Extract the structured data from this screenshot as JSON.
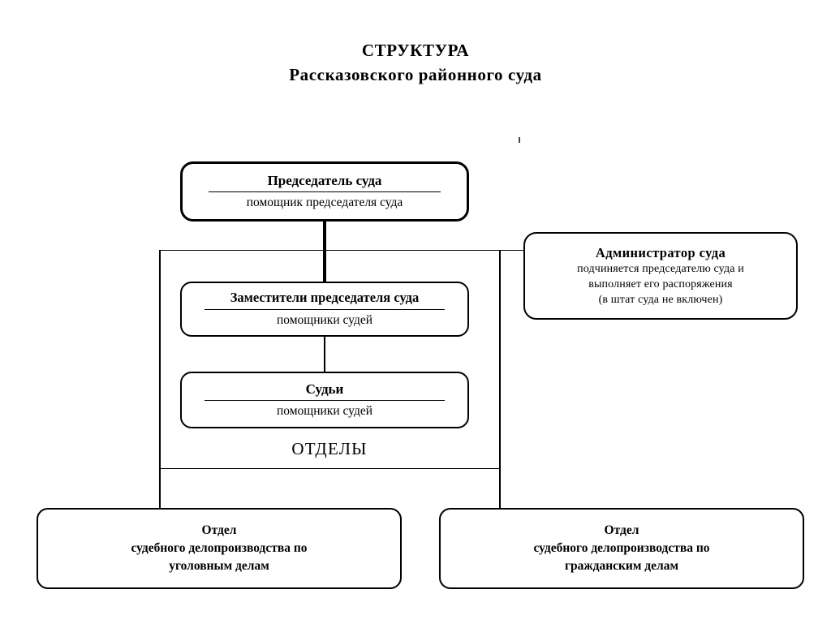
{
  "title": {
    "line1": "СТРУКТУРА",
    "line2": "Рассказовского районного суда"
  },
  "section": {
    "departments_label": "ОТДЕЛЫ"
  },
  "nodes": {
    "chairman": {
      "head": "Председатель суда",
      "sub": "помощник председателя суда"
    },
    "deputies": {
      "head": "Заместители председателя суда",
      "sub": "помощники  судей"
    },
    "judges": {
      "head": "Судьи",
      "sub": "помощники  судей"
    },
    "administrator": {
      "head": "Администратор  суда",
      "line1": "подчиняется  председателю  суда  и",
      "line2": "выполняет  его  распоряжения",
      "line3": "(в штат  суда  не включен)"
    },
    "dept_criminal": {
      "line1": "Отдел",
      "line2": "судебного делопроизводства по",
      "line3": "уголовным делам"
    },
    "dept_civil": {
      "line1": "Отдел",
      "line2": "судебного делопроизводства по",
      "line3": "гражданским делам"
    }
  },
  "colors": {
    "ink": "#000000",
    "background": "#ffffff"
  }
}
